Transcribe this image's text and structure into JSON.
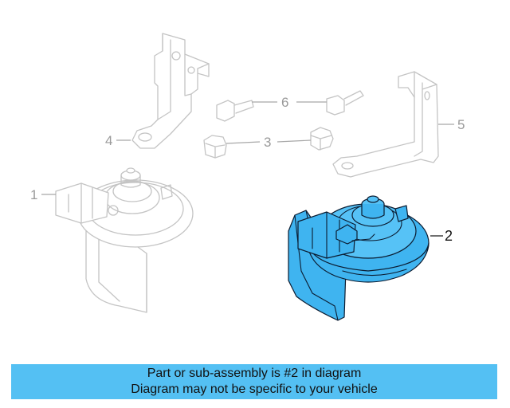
{
  "callouts": {
    "part1": "1",
    "part2": "2",
    "part3": "3",
    "part4": "4",
    "part5": "5",
    "part6": "6"
  },
  "banner": {
    "line1": "Part or sub-assembly is #2 in diagram",
    "line2": "Diagram may not be specific to your vehicle"
  },
  "colors": {
    "highlight": "#3fb4f0",
    "banner": "#54c0f3"
  }
}
